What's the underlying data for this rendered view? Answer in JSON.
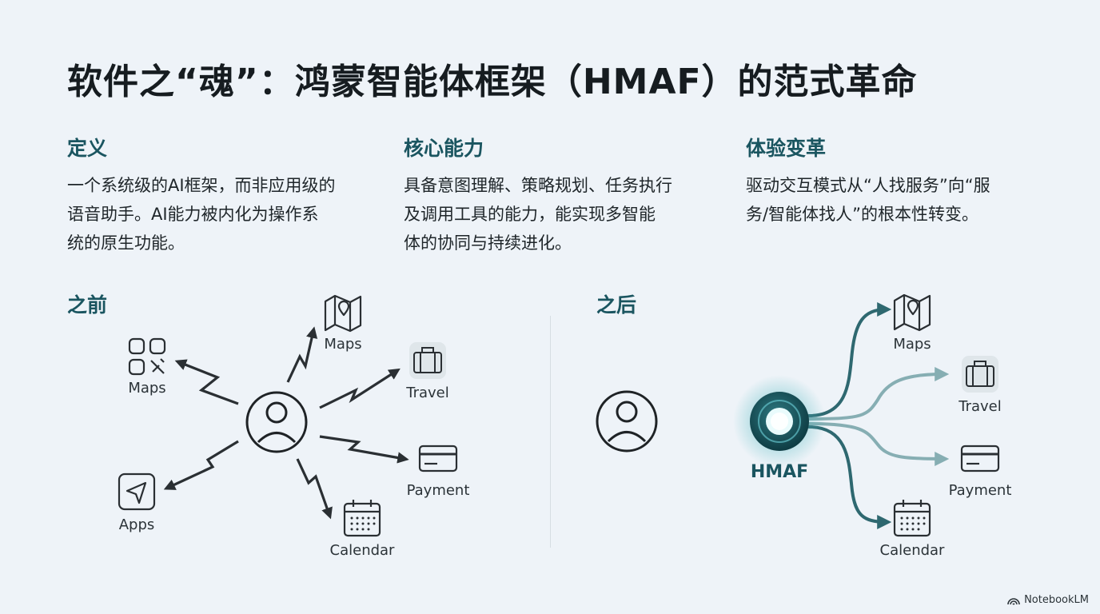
{
  "title": "软件之“魂”：鸿蒙智能体框架（HMAF）的范式革命",
  "columns": [
    {
      "heading": "定义",
      "lines": [
        "一个系统级的AI框架，而非应用级的",
        "语音助手。AI能力被内化为操作系",
        "统的原生功能。"
      ]
    },
    {
      "heading": "核心能力",
      "lines": [
        "具备意图理解、策略规划、任务执行",
        "及调用工具的能力，能实现多智能",
        "体的协同与持续进化。"
      ]
    },
    {
      "heading": "体验变革",
      "lines": [
        "驱动交互模式从“人找服务”向“服",
        "务/智能体找人”的根本性转变。"
      ]
    }
  ],
  "before": {
    "label": "之前",
    "nodes": {
      "apps_grid": "Maps",
      "maps": "Maps",
      "travel": "Travel",
      "payment": "Payment",
      "calendar": "Calendar",
      "apps": "Apps"
    }
  },
  "after": {
    "label": "之后",
    "hub": "HMAF",
    "nodes": {
      "maps": "Maps",
      "travel": "Travel",
      "payment": "Payment",
      "calendar": "Calendar"
    }
  },
  "icons": {
    "user": "user-circle-icon",
    "grid": "app-grid-icon",
    "maps": "map-pin-icon",
    "travel": "suitcase-icon",
    "payment": "credit-card-icon",
    "calendar": "calendar-icon",
    "apps": "navigation-arrow-icon",
    "hub": "hmaf-core-icon",
    "brand": "notebooklm-logo-icon"
  },
  "colors": {
    "accent": "#1a5560",
    "text": "#1c2328",
    "background": "#eef3f8"
  },
  "brand": "NotebookLM"
}
